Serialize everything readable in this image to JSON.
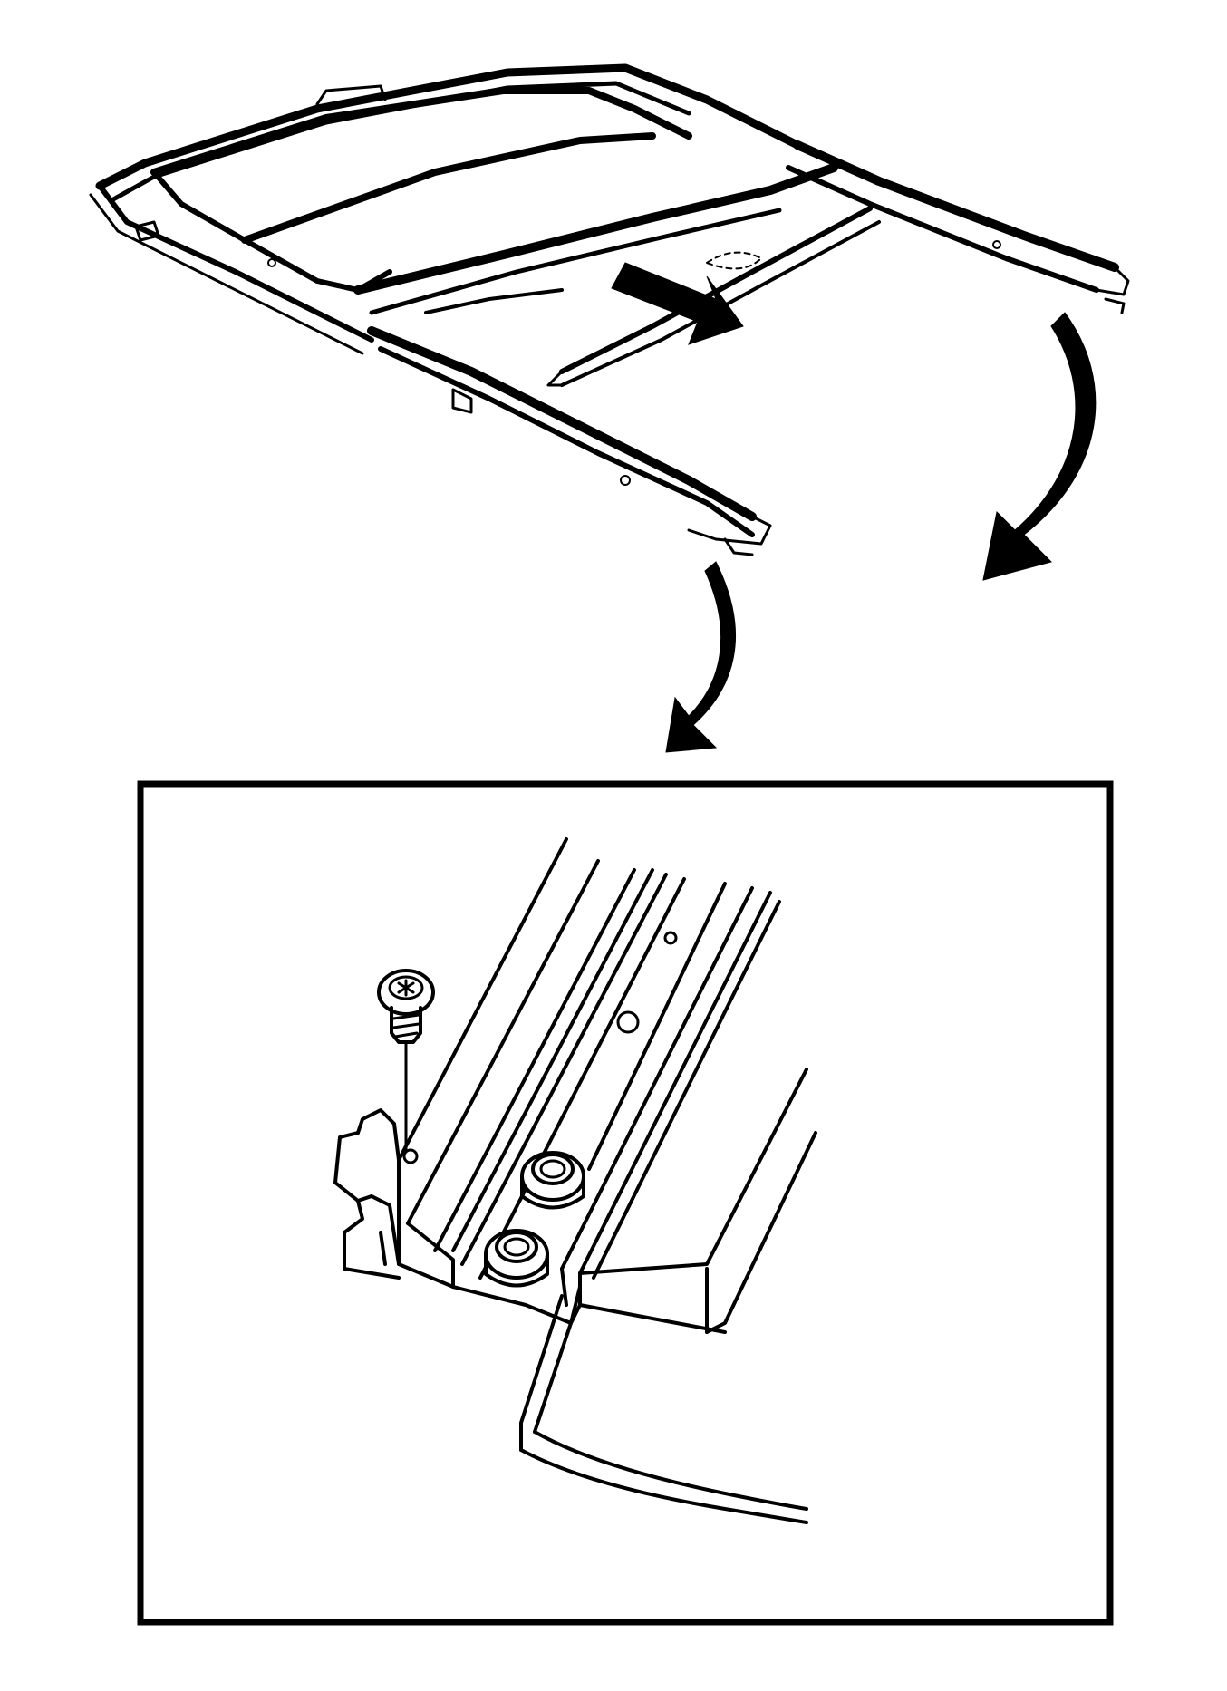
{
  "figure": {
    "description_visible_text": "",
    "colors": {
      "ink": "#000000",
      "paper": "#ffffff"
    },
    "icons": [
      "sunroof-module-frame",
      "direction-arrow",
      "detail-callout-arrow",
      "torx-screw-icon"
    ]
  }
}
